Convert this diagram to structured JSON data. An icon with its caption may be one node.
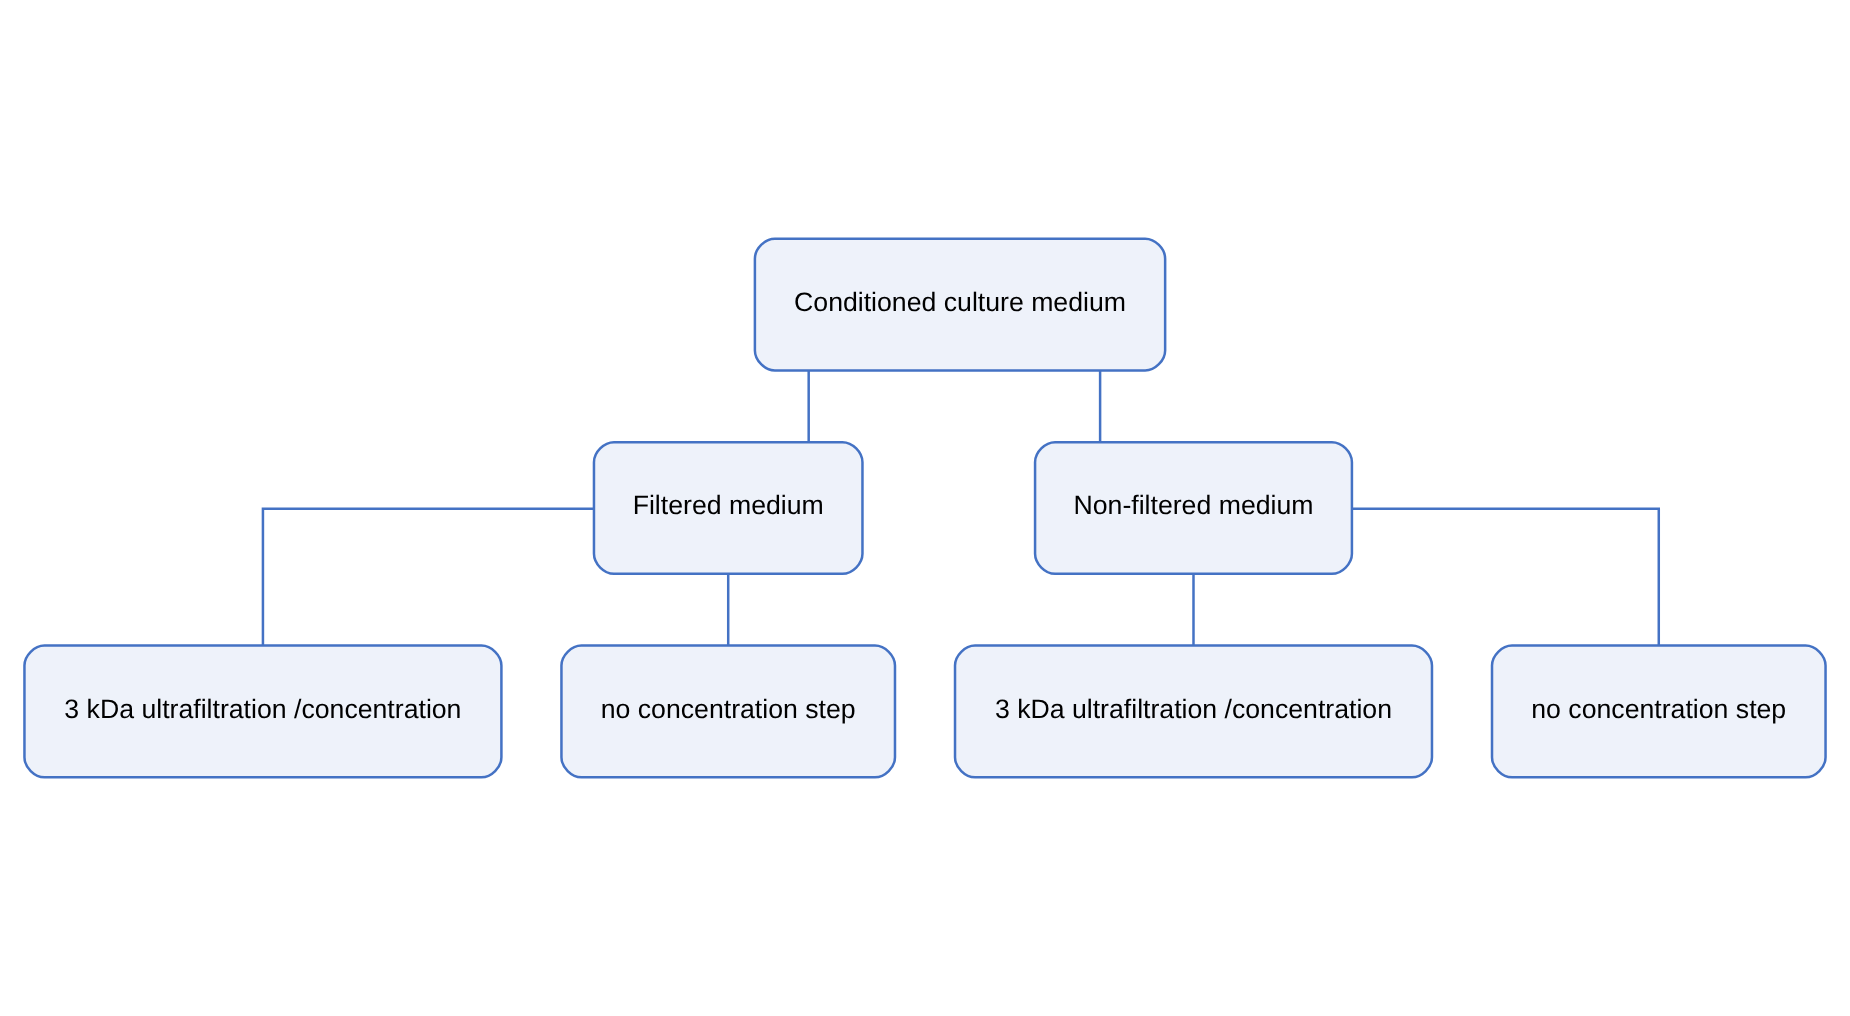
{
  "diagram": {
    "nodes": [
      {
        "text": [
          "Conditioned culture medium"
        ]
      },
      {
        "text": [
          "Filtered medium"
        ]
      },
      {
        "text": [
          "Non-filtered medium"
        ]
      },
      {
        "text": [
          "3 kDa ultrafiltration /concentration"
        ]
      },
      {
        "text": [
          "no concentration step"
        ]
      },
      {
        "text": [
          "3 kDa ultrafiltration /concentration"
        ]
      },
      {
        "text": [
          "no concentration step"
        ]
      }
    ],
    "edges": [
      {
        "from": 0,
        "to": 1,
        "arrow": "none"
      },
      {
        "from": 0,
        "to": 2,
        "arrow": "none"
      },
      {
        "from": 1,
        "to": 3,
        "arrow": "none"
      },
      {
        "from": 1,
        "to": 4,
        "arrow": "none"
      },
      {
        "from": 2,
        "to": 5,
        "arrow": "none"
      },
      {
        "from": 2,
        "to": 6,
        "arrow": "none"
      }
    ]
  }
}
